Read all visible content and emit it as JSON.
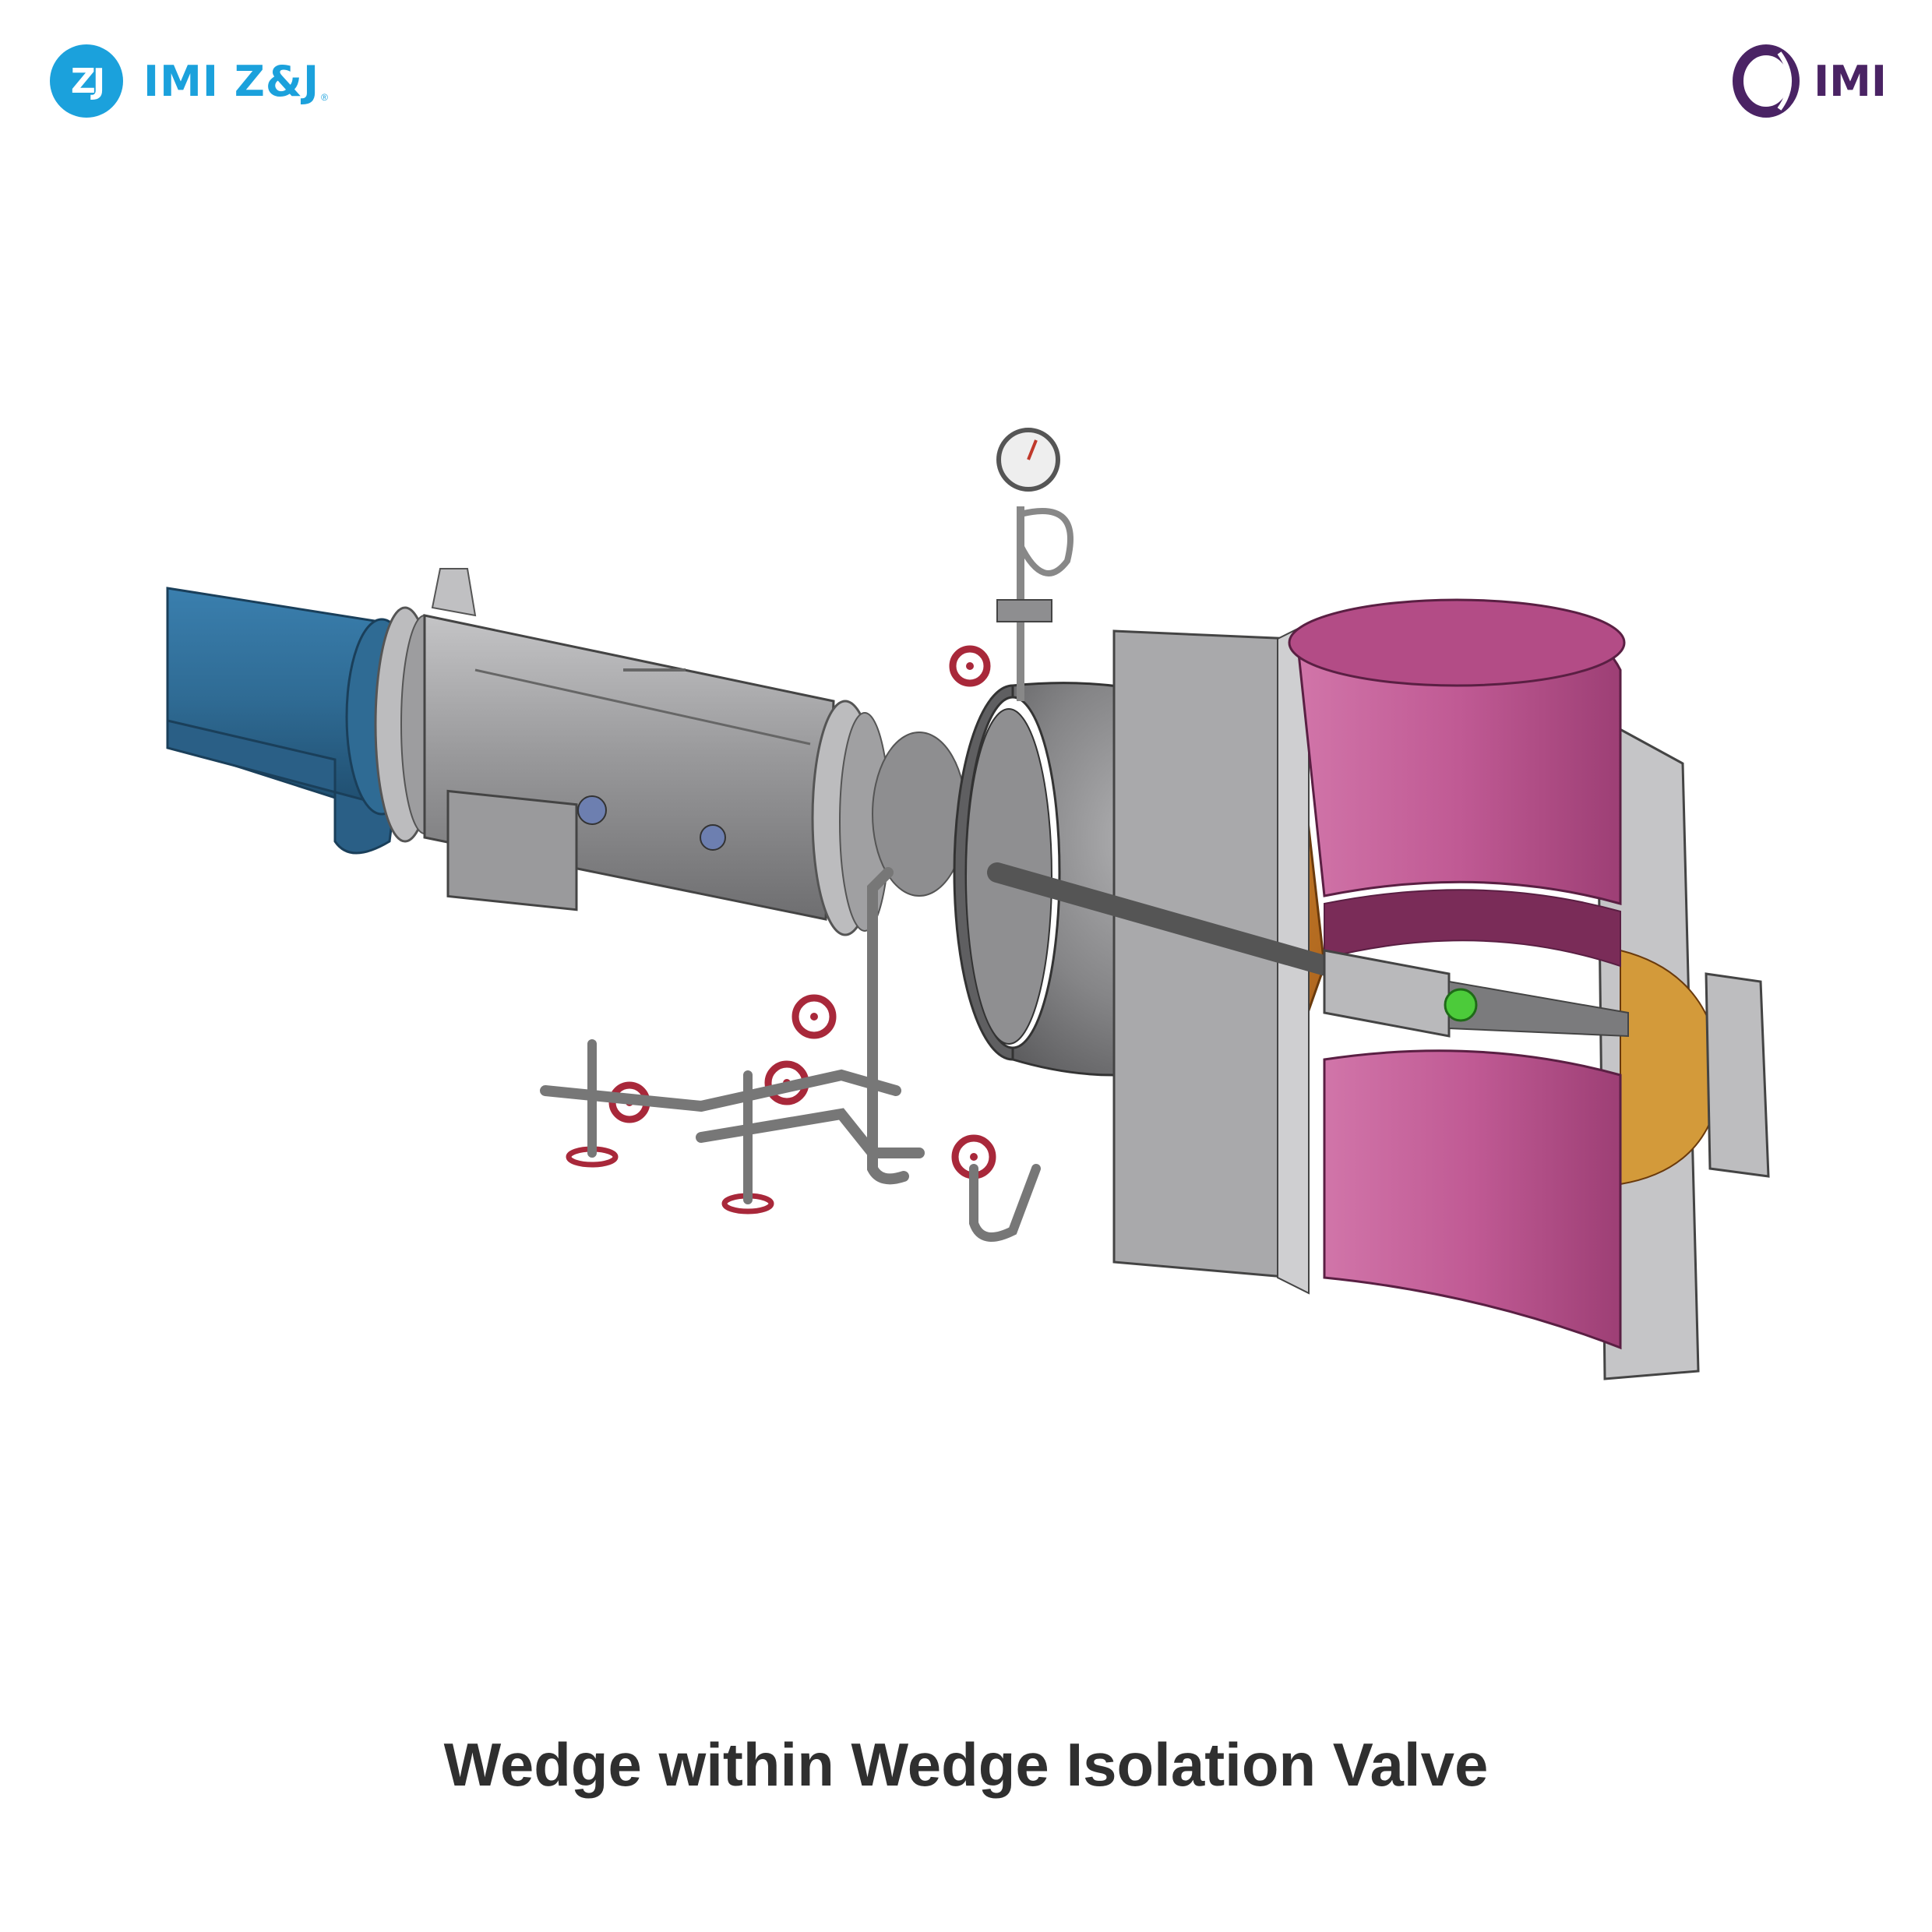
{
  "header": {
    "left_logo": {
      "badge_text": "ZJ",
      "brand_text": "IMI Z&J",
      "registered_mark": "®",
      "color": "#1ba1dc"
    },
    "right_logo": {
      "brand_text": "IMI",
      "color": "#4a2364"
    }
  },
  "caption": "Wedge within Wedge Isolation Valve",
  "illustration": {
    "icon": "valve-cutaway-illustration",
    "colors": {
      "actuator_pipe": "#2f6b94",
      "body_steel": "#9a9a9c",
      "bore_lining": "#c05a94",
      "cavity_insulation": "#c77a2a",
      "handwheels": "#a8283a",
      "indicator": "#4ccb3a"
    }
  }
}
